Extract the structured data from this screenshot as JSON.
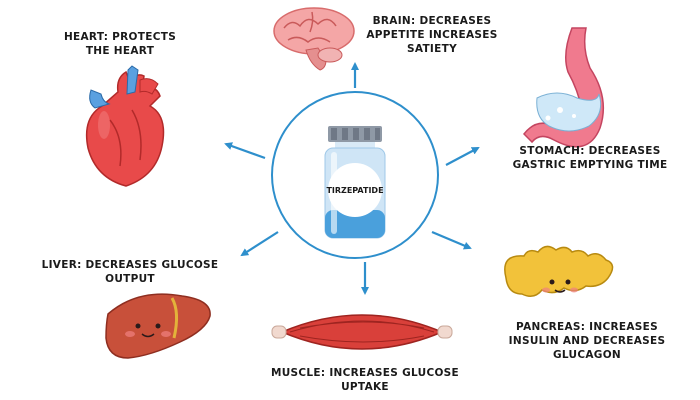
{
  "diagram": {
    "center_label": "TIRZEPATIDE",
    "accent_color": "#2e8fcc",
    "organs": {
      "heart": {
        "lines": [
          "HEART: PROTECTS",
          "THE HEART"
        ],
        "icon": "heart-organ-icon"
      },
      "brain": {
        "lines": [
          "BRAIN: DECREASES",
          "APPETITE INCREASES",
          "SATIETY"
        ],
        "icon": "brain-icon"
      },
      "stomach": {
        "lines": [
          "STOMACH: DECREASES",
          "GASTRIC EMPTYING TIME"
        ],
        "icon": "stomach-icon"
      },
      "liver": {
        "lines": [
          "LIVER: DECREASES GLUCOSE",
          "OUTPUT"
        ],
        "icon": "liver-icon"
      },
      "muscle": {
        "lines": [
          "MUSCLE: INCREASES GLUCOSE",
          "UPTAKE"
        ],
        "icon": "muscle-icon"
      },
      "pancreas": {
        "lines": [
          "PANCREAS: INCREASES",
          "INSULIN AND DECREASES",
          "GLUCAGON"
        ],
        "icon": "pancreas-icon"
      }
    }
  }
}
